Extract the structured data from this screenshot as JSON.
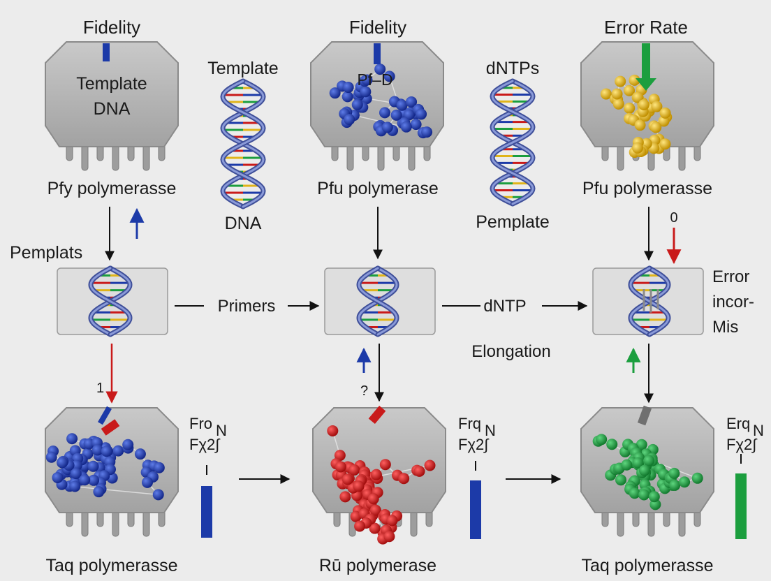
{
  "colors": {
    "background": "#ececec",
    "enzyme_body": "#b5b5b5",
    "enzyme_stroke": "#8a8a8a",
    "blue": "#1c3aa8",
    "red": "#c91a1a",
    "green": "#1b9e3e",
    "gold": "#e0b41a",
    "helix_backbone": "#5b6fb5",
    "box_fill": "#dedede",
    "box_stroke": "#9a9a9a",
    "arrow": "#111111"
  },
  "labels": {
    "top_left_title": "Fidelity",
    "top_left_enzyme_text_1": "Template",
    "top_left_enzyme_text_2": "DNA",
    "top_left_name": "Pfy polymerasse",
    "template_top": "Template",
    "template_bottom": "DNA",
    "top_mid_title": "Fidelity",
    "top_mid_enzyme_text": "Pf–D",
    "top_mid_name": "Pfu polymerase",
    "dntps_top": "dNTPs",
    "dntps_bottom": "Pemplate",
    "top_right_title": "Error Rate",
    "top_right_name": "Pfu polymerasse",
    "top_right_marker": "0",
    "left_side_label": "Pemplats",
    "flow_primers": "Primers",
    "flow_dntp": "dNTP",
    "elongation": "Elongation",
    "error_line1": "Error",
    "error_line2": "incor-",
    "error_line3": "Mis",
    "marker_one": "1",
    "marker_question": "?",
    "bl_side_1": "Fro",
    "bl_side_2": "Fχ2∫",
    "bl_side_3": "N",
    "bm_side_1": "Frq",
    "bm_side_2": "Fχ2∫",
    "bm_side_3": "N",
    "br_side_1": "Erq",
    "br_side_2": "Fχ2∫",
    "br_side_3": "N",
    "bottom_left_name": "Taq polymerasse",
    "bottom_mid_name": "Rū polymerase",
    "bottom_right_name": "Taq polymerasse"
  }
}
